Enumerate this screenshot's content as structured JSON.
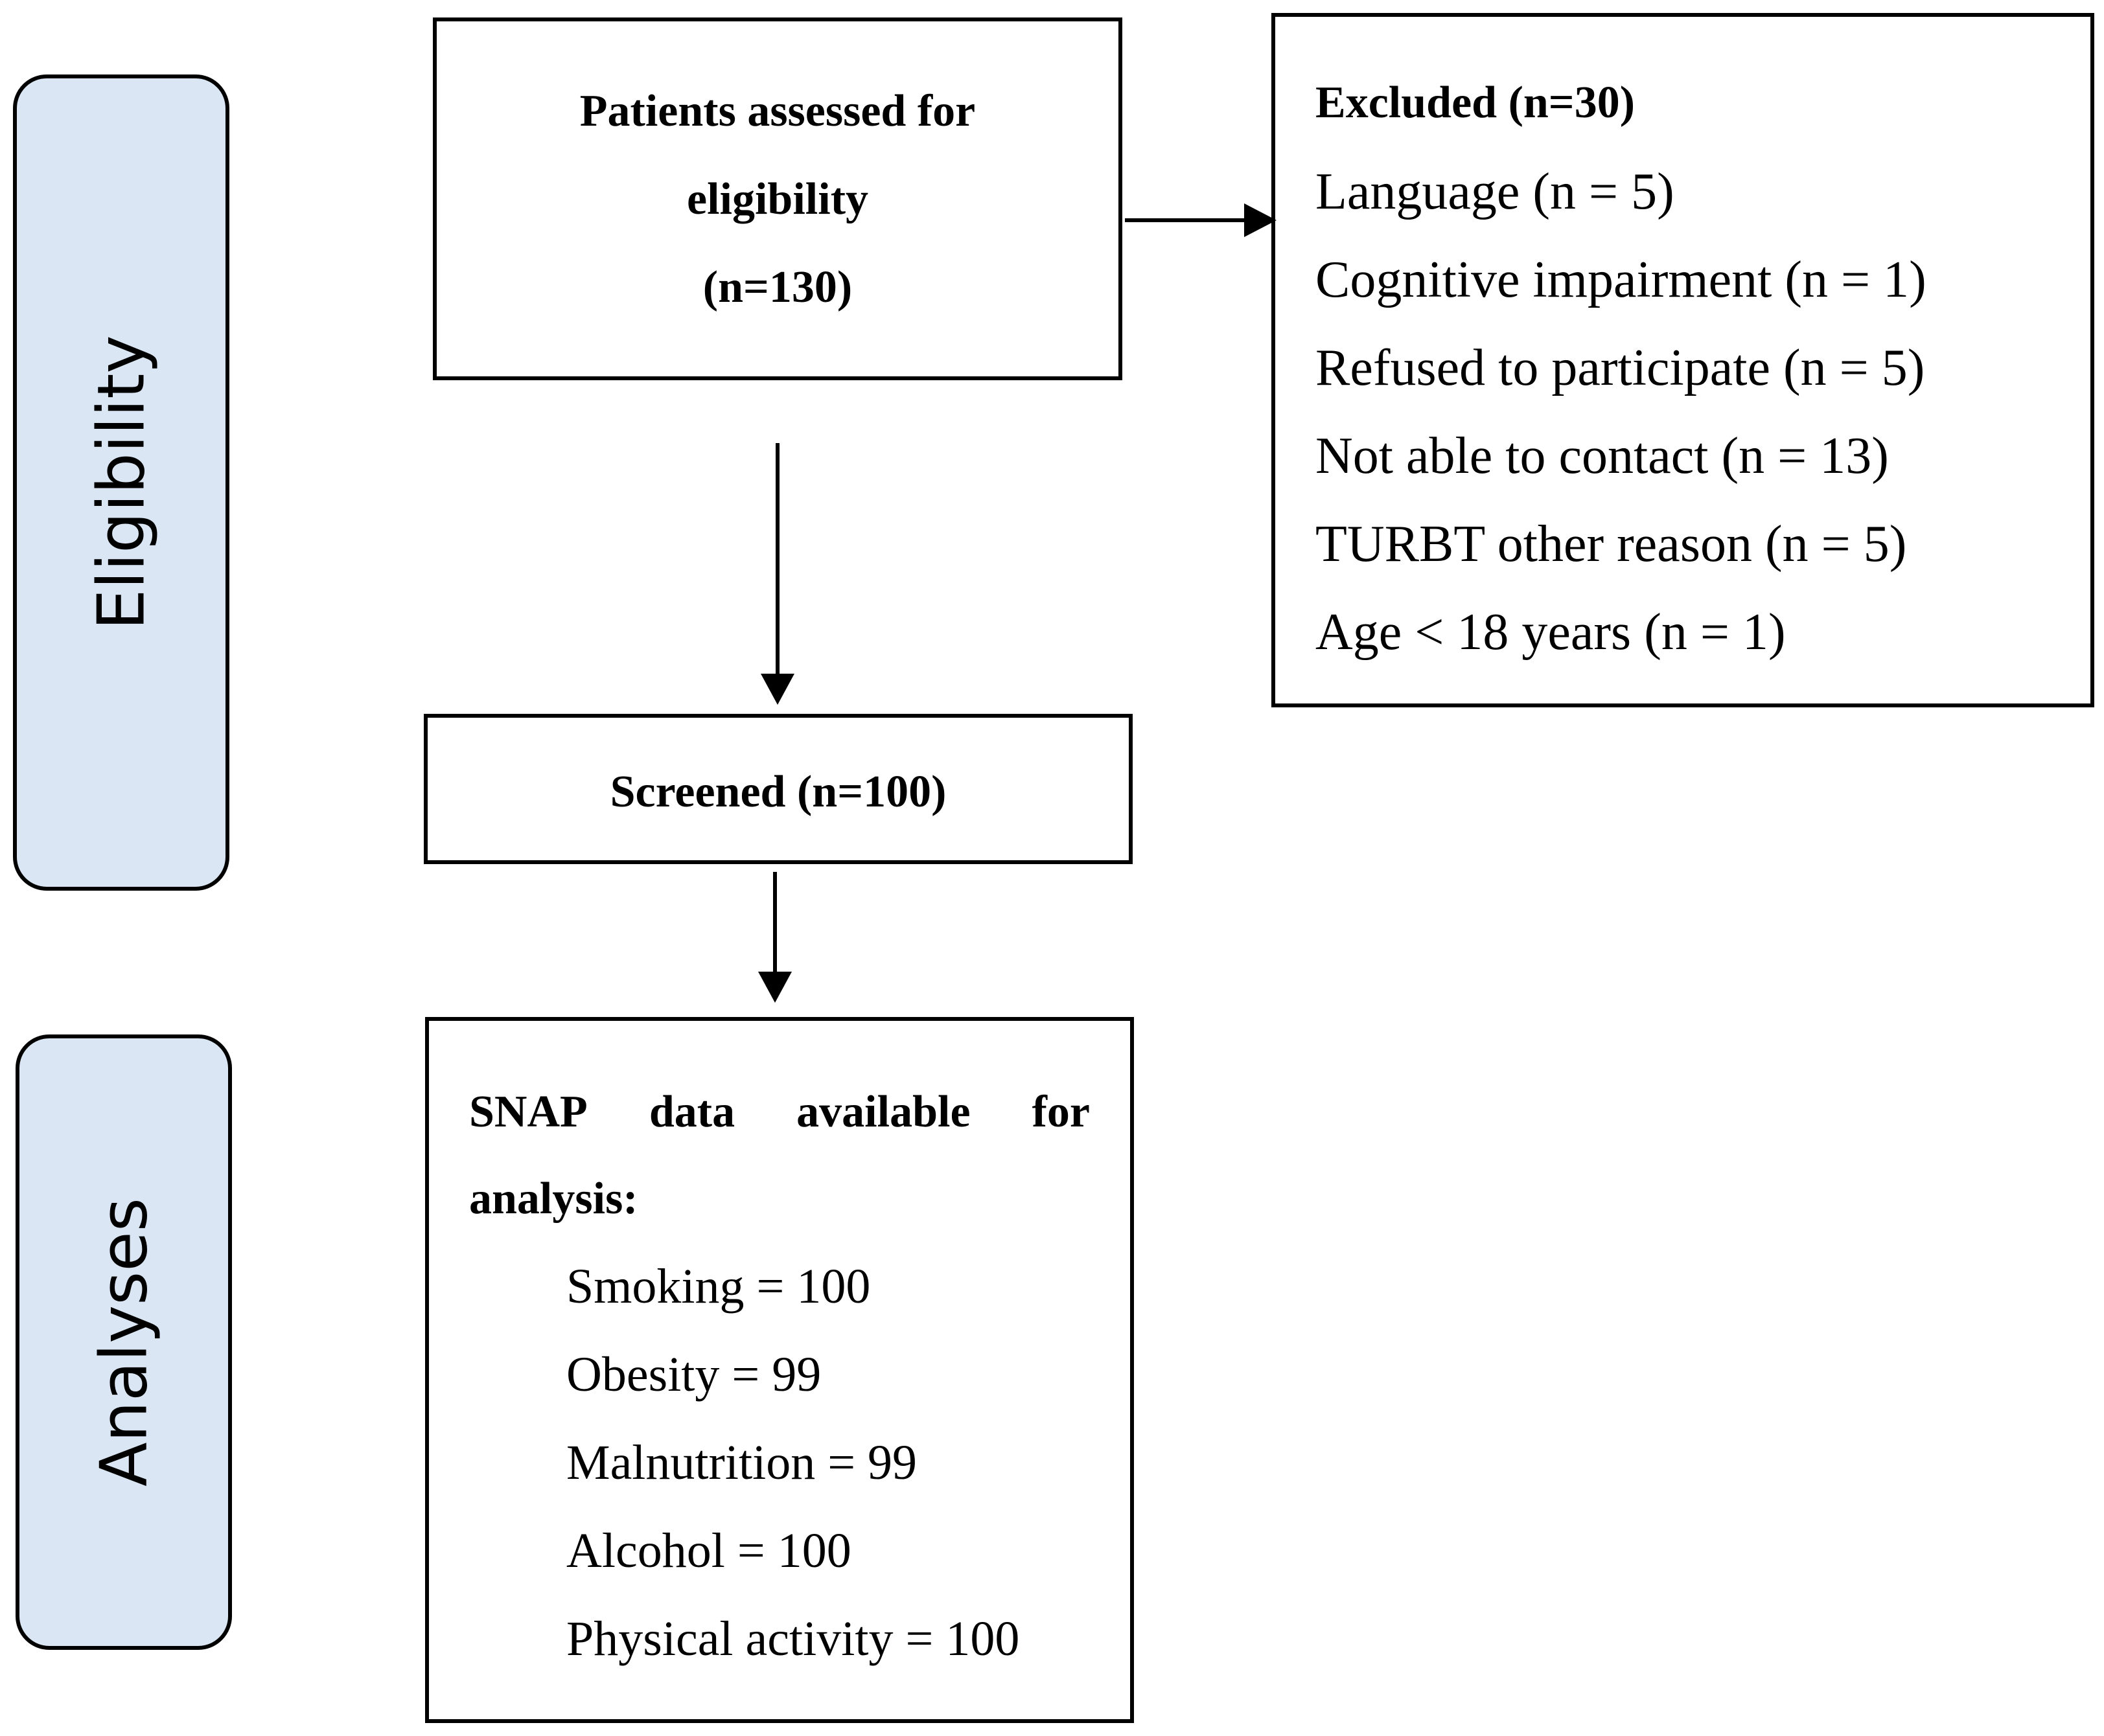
{
  "phases": {
    "eligibility": "Eligibility",
    "analyses": "Analyses"
  },
  "assessed": {
    "line1": "Patients assessed for",
    "line2": "eligibility",
    "line3": "(n=130)"
  },
  "excluded": {
    "title": "Excluded (n=30)",
    "reasons": [
      "Language (n = 5)",
      "Cognitive impairment (n = 1)",
      "Refused to participate (n = 5)",
      "Not able to contact (n = 13)",
      "TURBT other reason (n = 5)",
      "Age < 18 years (n = 1)"
    ]
  },
  "screened": {
    "label": "Screened (n=100)"
  },
  "snap": {
    "title_words": [
      "SNAP",
      "data",
      "available",
      "for"
    ],
    "title_line2": "analysis:",
    "items": [
      "Smoking = 100",
      "Obesity = 99",
      "Malnutrition = 99",
      "Alcohol = 100",
      "Physical activity = 100"
    ]
  }
}
